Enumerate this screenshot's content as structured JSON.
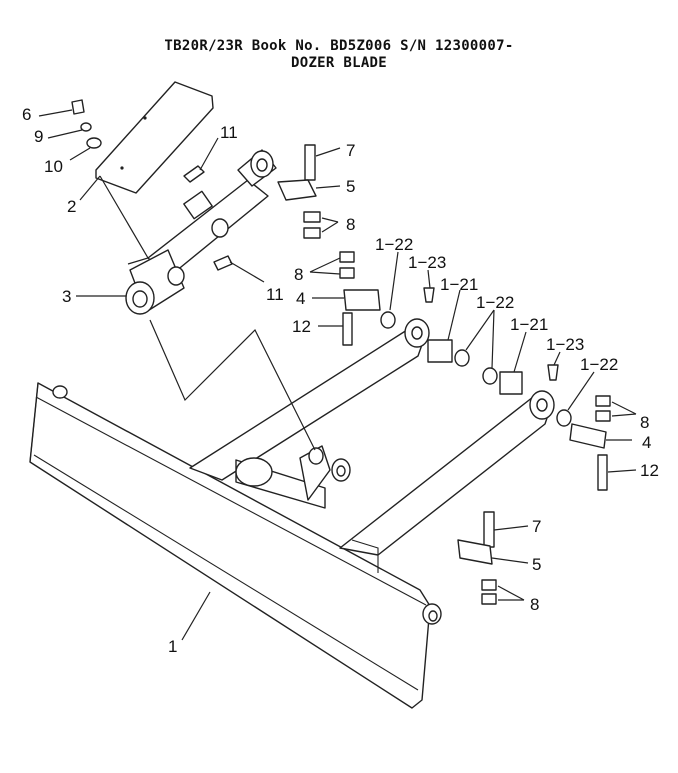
{
  "header": {
    "line1": "TB20R/23R   Book No.  BD5Z006   S/N  12300007-",
    "line2": "DOZER BLADE"
  },
  "callouts": [
    {
      "id": "c6",
      "text": "6"
    },
    {
      "id": "c9",
      "text": "9"
    },
    {
      "id": "c10",
      "text": "10"
    },
    {
      "id": "c2",
      "text": "2"
    },
    {
      "id": "c11a",
      "text": "11"
    },
    {
      "id": "c3",
      "text": "3"
    },
    {
      "id": "c11b",
      "text": "11"
    },
    {
      "id": "c7a",
      "text": "7"
    },
    {
      "id": "c5a",
      "text": "5"
    },
    {
      "id": "c8a",
      "text": "8"
    },
    {
      "id": "c1_22a",
      "text": "1−22"
    },
    {
      "id": "c1_23a",
      "text": "1−23"
    },
    {
      "id": "c8b",
      "text": "8"
    },
    {
      "id": "c4a",
      "text": "4"
    },
    {
      "id": "c12a",
      "text": "12"
    },
    {
      "id": "c1_21a",
      "text": "1−21"
    },
    {
      "id": "c1_22b",
      "text": "1−22"
    },
    {
      "id": "c1_21b",
      "text": "1−21"
    },
    {
      "id": "c1_23b",
      "text": "1−23"
    },
    {
      "id": "c1_22c",
      "text": "1−22"
    },
    {
      "id": "c8c",
      "text": "8"
    },
    {
      "id": "c4b",
      "text": "4"
    },
    {
      "id": "c12b",
      "text": "12"
    },
    {
      "id": "c7b",
      "text": "7"
    },
    {
      "id": "c5b",
      "text": "5"
    },
    {
      "id": "c8d",
      "text": "8"
    },
    {
      "id": "c1",
      "text": "1"
    }
  ]
}
